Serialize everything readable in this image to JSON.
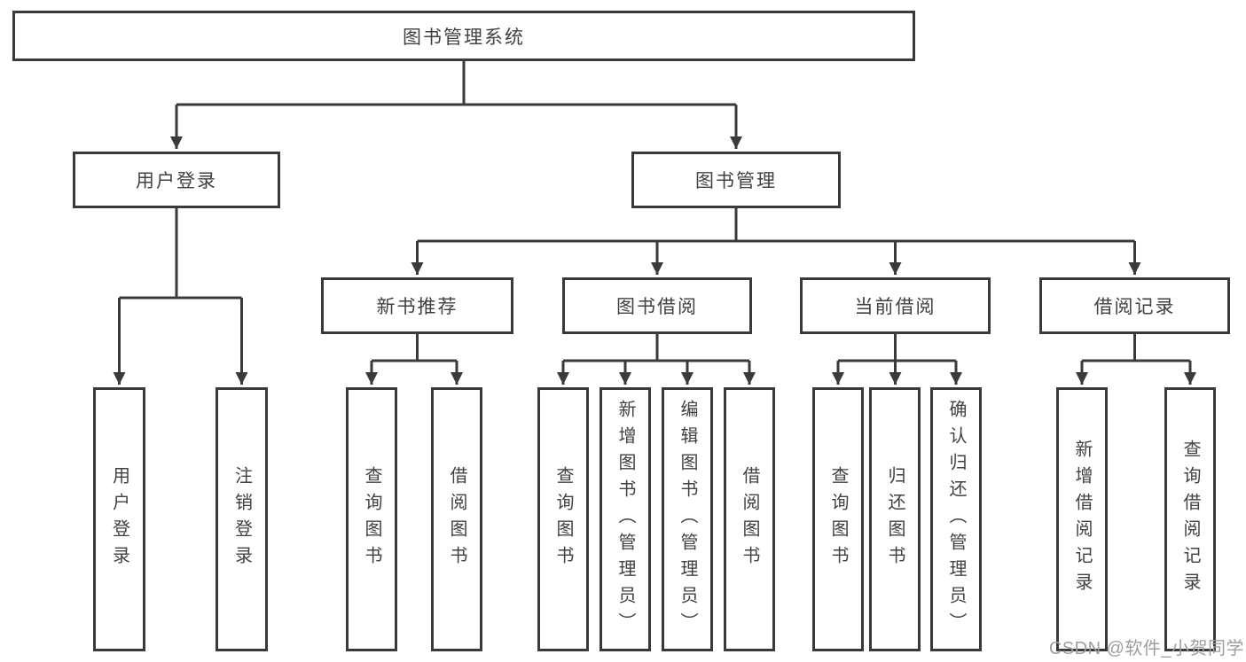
{
  "diagram": {
    "type": "hierarchy-tree",
    "root": {
      "label": "图书管理系统",
      "children": [
        {
          "label": "用户登录",
          "children": [
            {
              "label": "用户登录"
            },
            {
              "label": "注销登录"
            }
          ]
        },
        {
          "label": "图书管理",
          "children": [
            {
              "label": "新书推荐",
              "children": [
                {
                  "label": "查询图书"
                },
                {
                  "label": "借阅图书"
                }
              ]
            },
            {
              "label": "图书借阅",
              "children": [
                {
                  "label": "查询图书"
                },
                {
                  "label": "新增图书（管理员）"
                },
                {
                  "label": "编辑图书（管理员）"
                },
                {
                  "label": "借阅图书"
                }
              ]
            },
            {
              "label": "当前借阅",
              "children": [
                {
                  "label": "查询图书"
                },
                {
                  "label": "归还图书"
                },
                {
                  "label": "确认归还（管理员）"
                }
              ]
            },
            {
              "label": "借阅记录",
              "children": [
                {
                  "label": "新增借阅记录"
                },
                {
                  "label": "查询借阅记录"
                }
              ]
            }
          ]
        }
      ]
    }
  },
  "watermark": {
    "text": "CSDN @软件_小贺同学"
  },
  "colors": {
    "line": "#3a3a3a",
    "text": "#414141",
    "watermark": "#9e9e9e",
    "background": "#ffffff"
  }
}
